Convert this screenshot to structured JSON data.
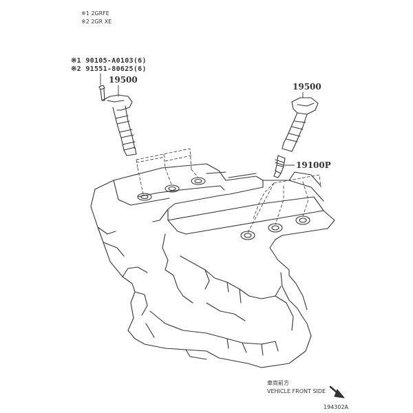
{
  "notes": {
    "note1": "※1 2GRFE",
    "note2": "※2 2GR XE"
  },
  "callouts": {
    "bolt_pn_1": "※1 90105-A0103(6)",
    "bolt_pn_2": "※2 91551-80625(6)",
    "coil_left": "19500",
    "coil_right": "19500",
    "spark_plug": "19100P"
  },
  "direction": {
    "jp_label": "車両前方",
    "en_label": "VEHICLE FRONT SIDE"
  },
  "figure_id": "194302A",
  "colors": {
    "line": "#333333",
    "background": "#ffffff"
  }
}
